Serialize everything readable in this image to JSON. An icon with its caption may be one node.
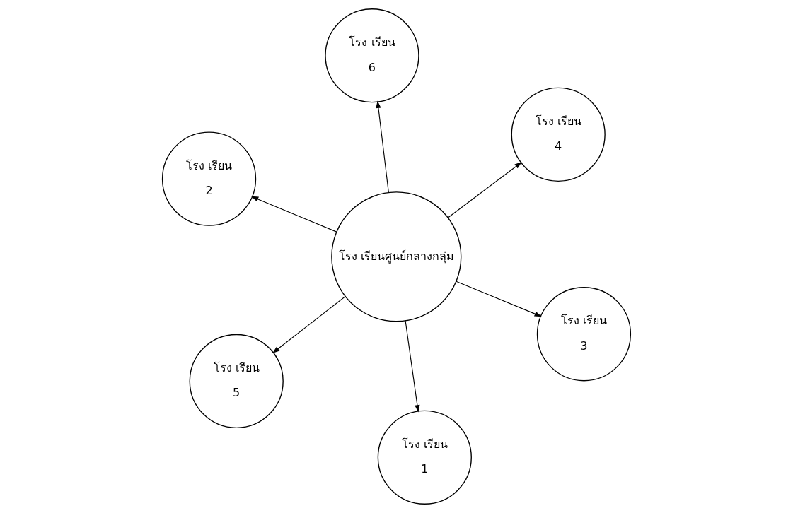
{
  "diagram": {
    "nodes": [
      {
        "text": [
          "โรง เรียน",
          "2"
        ]
      },
      {
        "text": [
          "โรง เรียน",
          "3"
        ]
      },
      {
        "text": [
          "โรง เรียน",
          "1"
        ]
      },
      {
        "text": [
          "โรง เรียนศูนย์กลางกลุ่ม"
        ]
      },
      {
        "text": [
          "โรง เรียน",
          "4"
        ]
      },
      {
        "text": [
          "โรง เรียน",
          "6"
        ]
      },
      {
        "text": [
          "โรง เรียน",
          "5"
        ]
      }
    ],
    "edges": [
      {
        "from": 3,
        "to": 0,
        "arrow": "to"
      },
      {
        "from": 3,
        "to": 1,
        "arrow": "to"
      },
      {
        "from": 3,
        "to": 2,
        "arrow": "to"
      },
      {
        "from": 3,
        "to": 4,
        "arrow": "to"
      },
      {
        "from": 3,
        "to": 6,
        "arrow": "to"
      },
      {
        "from": 3,
        "to": 5,
        "arrow": "to"
      }
    ]
  }
}
